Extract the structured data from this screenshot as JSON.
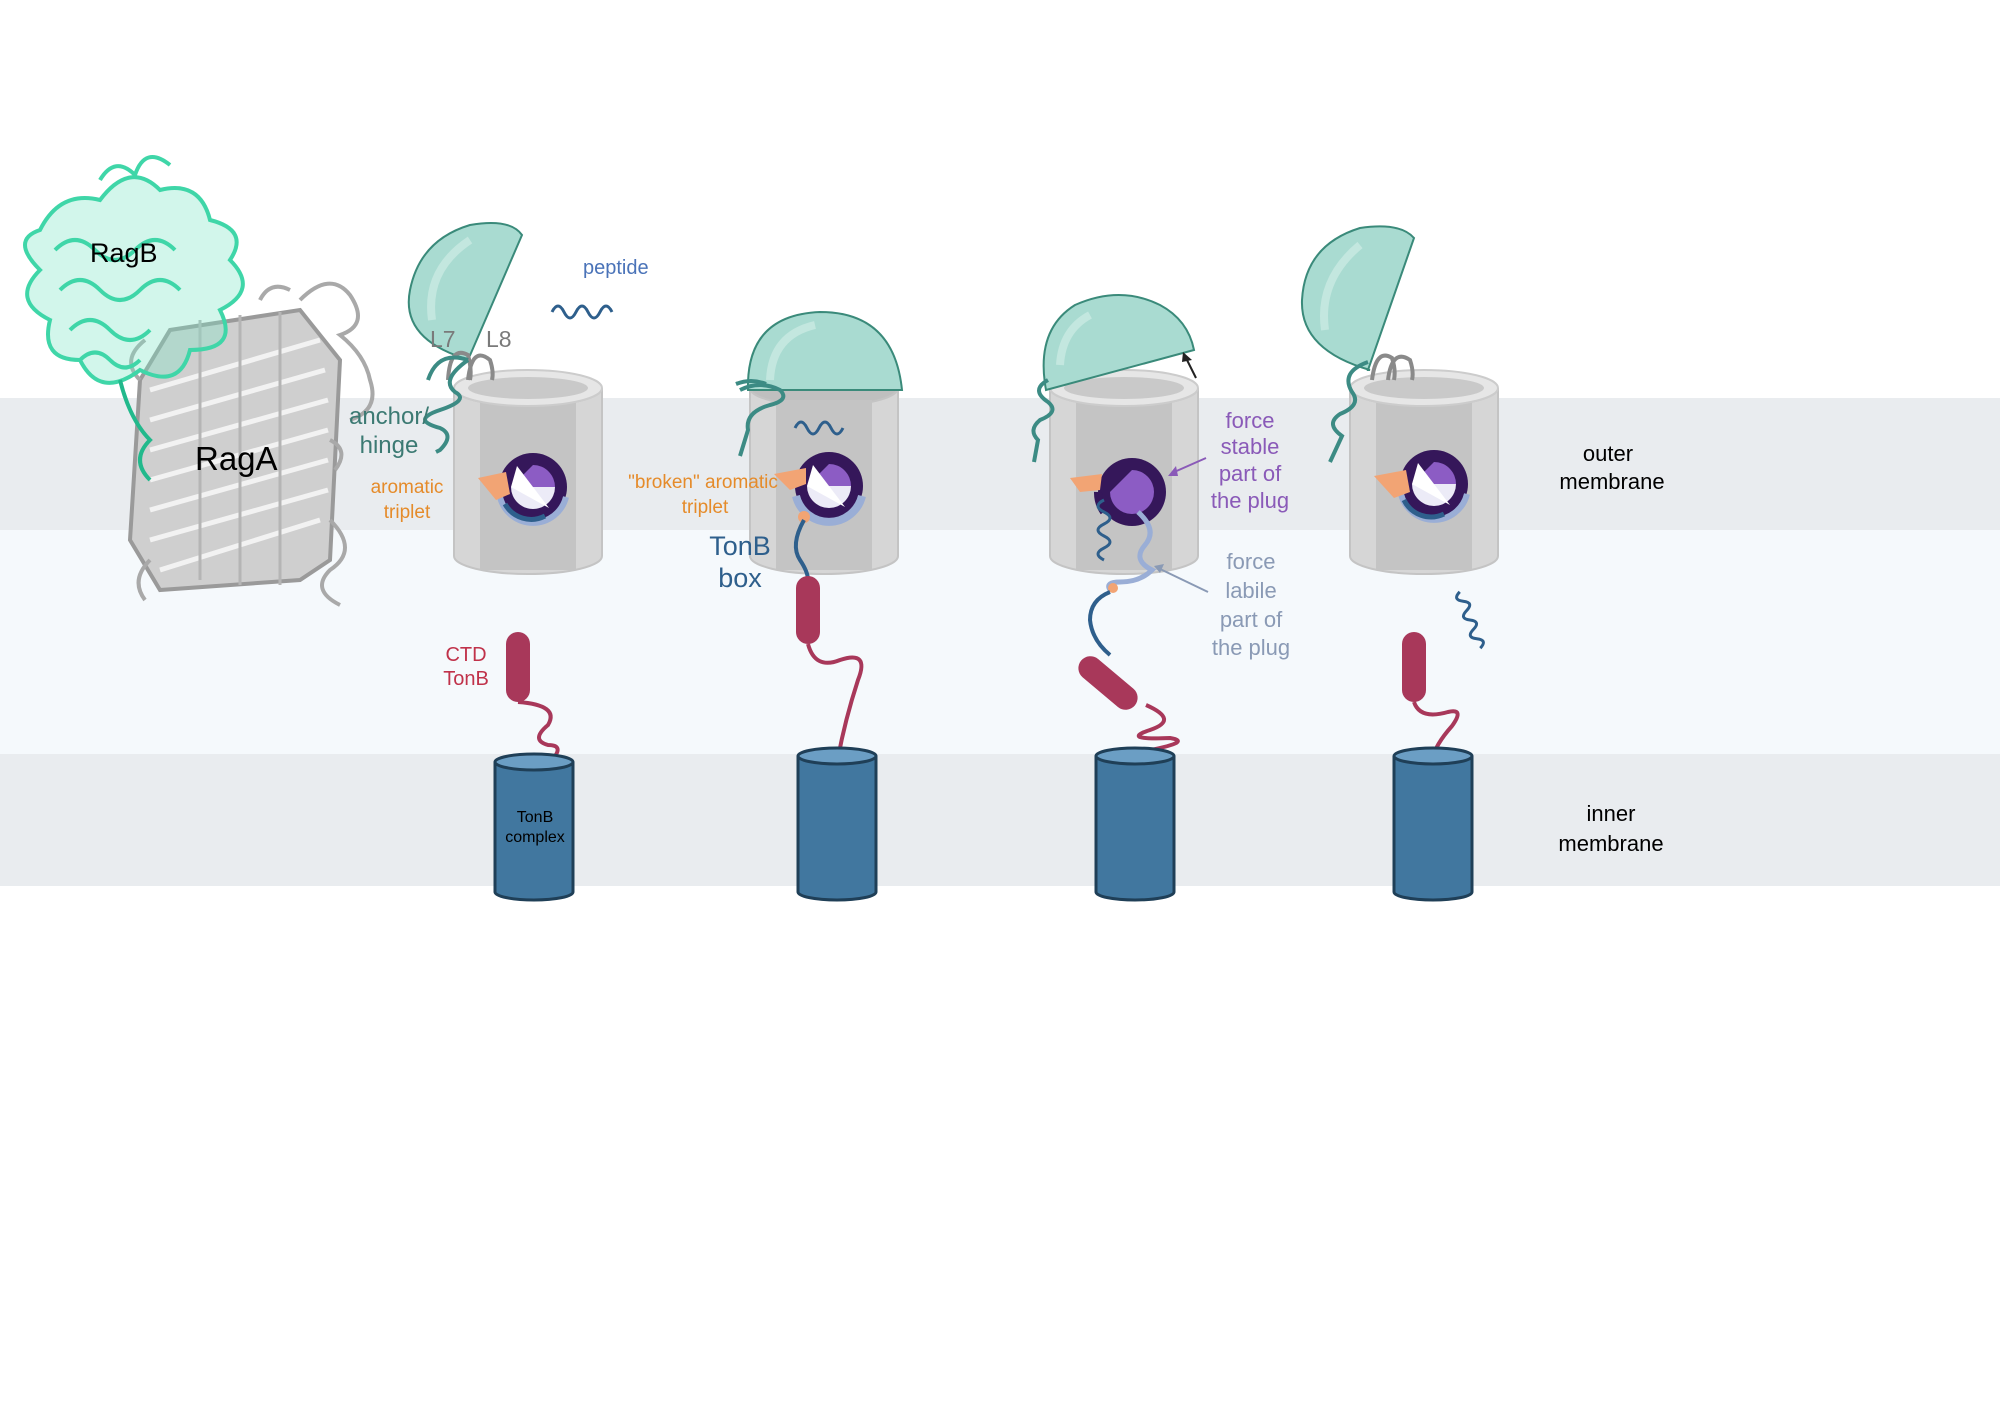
{
  "labels": {
    "ragb": "RagB",
    "raga": "RagA",
    "peptide": "peptide",
    "l7": "L7",
    "l8": "L8",
    "anchor_line1": "anchor/",
    "anchor_line2": "hinge",
    "aromatic_line1": "aromatic",
    "aromatic_line2": "triplet",
    "broken_line1": "\"broken\" aromatic",
    "broken_line2": "triplet",
    "tonb_box_line1": "TonB",
    "tonb_box_line2": "box",
    "ctd_line1": "CTD",
    "ctd_line2": "TonB",
    "tonb_complex_line1": "TonB",
    "tonb_complex_line2": "complex",
    "force_stable": [
      "force",
      "stable",
      "part of",
      "the plug"
    ],
    "force_labile": [
      "force",
      "labile",
      "part of",
      "the plug"
    ],
    "outer_membrane_line1": "outer",
    "outer_membrane_line2": "membrane",
    "inner_membrane_line1": "inner",
    "inner_membrane_line2": "membrane"
  },
  "colors": {
    "membrane": "#e9ecef",
    "periplasm": "#f5f9fc",
    "lid": "#a9dbd1",
    "lid_stroke": "#3a8a7a",
    "teal_loop": "#3c8b84",
    "barrel": "#d6d6d6",
    "plug_dark": "#35175a",
    "plug_purple": "#8c5cc4",
    "plug_light": "#9aaed6",
    "aromatic": "#f2a474",
    "tonb_red": "#a8385a",
    "tonb_blue": "#41779f",
    "navy": "#2e5f8c",
    "orange_text": "#e58b2a",
    "purple_text": "#8a5ab8",
    "grey_text": "#8a9ab5",
    "ragb_green": "#3fd6a8",
    "raga_grey": "#a9a9a9"
  },
  "icons": {
    "ragb": "ragb-protein-structure-icon",
    "raga": "raga-barrel-structure-icon"
  }
}
